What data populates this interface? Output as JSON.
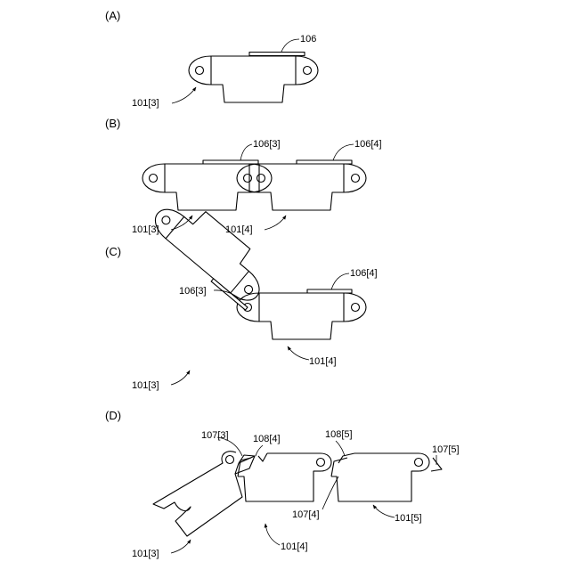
{
  "panels": {
    "a": {
      "label": "(A)",
      "ref_link": "101[3]",
      "ref_plate": "106"
    },
    "b": {
      "label": "(B)",
      "ref_link_left": "101[3]",
      "ref_link_right": "101[4]",
      "ref_plate_left": "106[3]",
      "ref_plate_right": "106[4]"
    },
    "c": {
      "label": "(C)",
      "ref_link_tilted": "101[3]",
      "ref_link_flat": "101[4]",
      "ref_plate_tilted": "106[3]",
      "ref_plate_flat": "106[4]"
    },
    "d": {
      "label": "(D)",
      "ref_link_1": "101[3]",
      "ref_link_2": "101[4]",
      "ref_link_3": "101[5]",
      "ref_tab_1": "107[3]",
      "ref_hook_2": "108[4]",
      "ref_hook_3": "108[5]",
      "ref_tab_2": "107[4]",
      "ref_tab_3": "107[5]"
    }
  }
}
